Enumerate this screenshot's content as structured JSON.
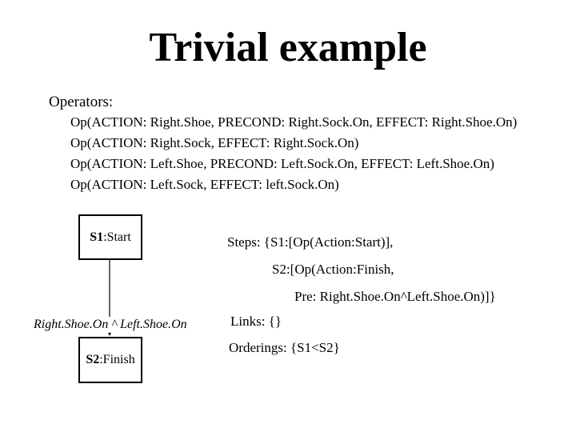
{
  "title": "Trivial example",
  "operators": {
    "heading": "Operators:",
    "items": [
      "Op(ACTION: Right.Shoe, PRECOND: Right.Sock.On, EFFECT: Right.Shoe.On)",
      "Op(ACTION: Right.Sock, EFFECT: Right.Sock.On)",
      "Op(ACTION: Left.Shoe, PRECOND: Left.Sock.On, EFFECT: Left.Shoe.On)",
      "Op(ACTION: Left.Sock, EFFECT: left.Sock.On)"
    ]
  },
  "diagram": {
    "start": {
      "id": "S1",
      "name": "Start"
    },
    "finish": {
      "id": "S2",
      "name": "Finish"
    },
    "edge_label": "Right.Shoe.On ^ Left.Shoe.On"
  },
  "plan": {
    "steps_line1": "Steps: {S1:[Op(Action:Start)],",
    "steps_line2": "S2:[Op(Action:Finish,",
    "steps_line3": "Pre: Right.Shoe.On^Left.Shoe.On)]}",
    "links": "Links: {}",
    "orderings": "Orderings: {S1<S2}"
  }
}
